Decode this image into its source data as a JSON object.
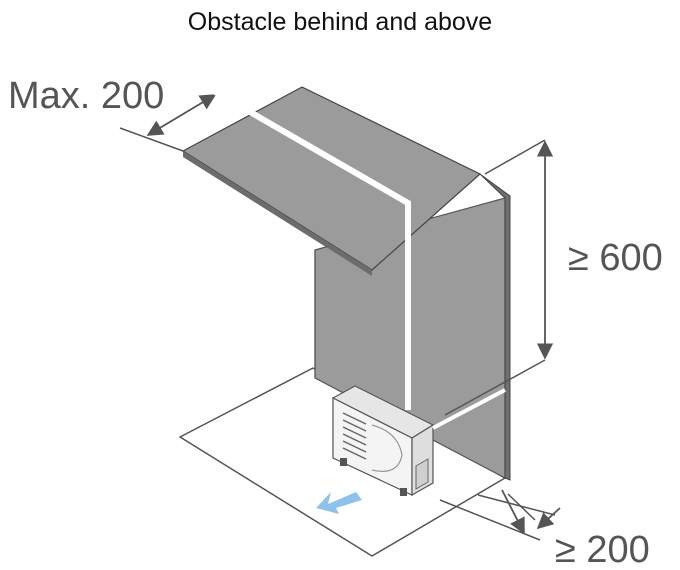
{
  "title": "Obstacle behind and above",
  "dimensions": {
    "overhang_max": "Max. 200",
    "height_min": "≥ 600",
    "front_min": "≥ 200"
  },
  "colors": {
    "wall_fill": "#9b9b9b",
    "wall_edge": "#444444",
    "outline": "#555555",
    "unit_body": "#f4f4f4",
    "arrow": "#8dc3ea"
  },
  "icons": {
    "airflow": "airflow-arrow-icon",
    "unit": "outdoor-unit-icon"
  }
}
